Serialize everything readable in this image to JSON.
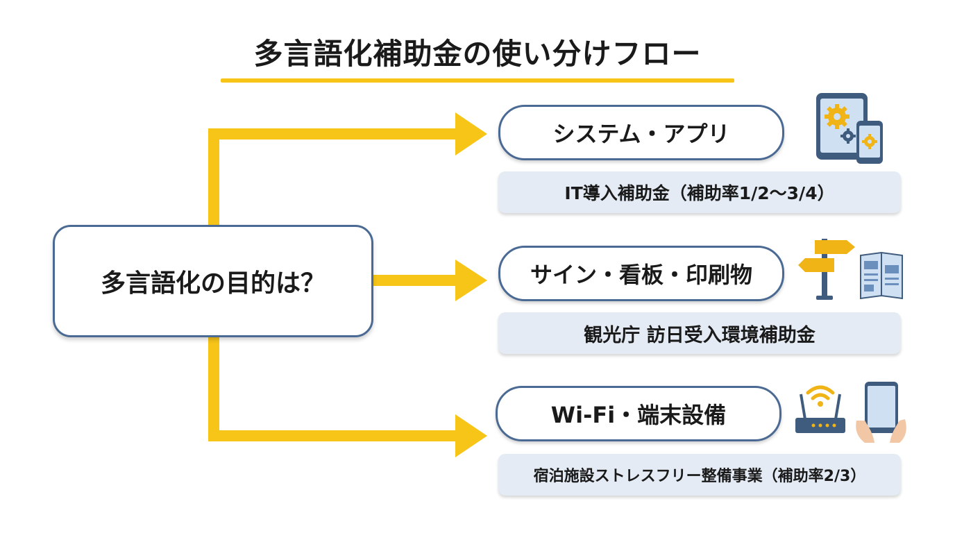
{
  "title": "多言語化補助金の使い分けフロー",
  "root": {
    "label": "多言語化の目的は？"
  },
  "branches": [
    {
      "category": "システム・アプリ",
      "grant": "IT導入補助金（補助率1/2〜3/4）",
      "icon": "tablet-phone-gear-icon"
    },
    {
      "category": "サイン・看板・印刷物",
      "grant": "観光庁 訪日受入環境補助金",
      "icon": "signpost-brochure-icon"
    },
    {
      "category": "Wi-Fi・端末設備",
      "grant": "宿泊施設ストレスフリー整備事業（補助率2/3）",
      "icon": "router-tablet-icon"
    }
  ],
  "colors": {
    "accent_yellow": "#f7c518",
    "box_border": "#4a6a94",
    "grant_bg": "#e4ebf4"
  }
}
